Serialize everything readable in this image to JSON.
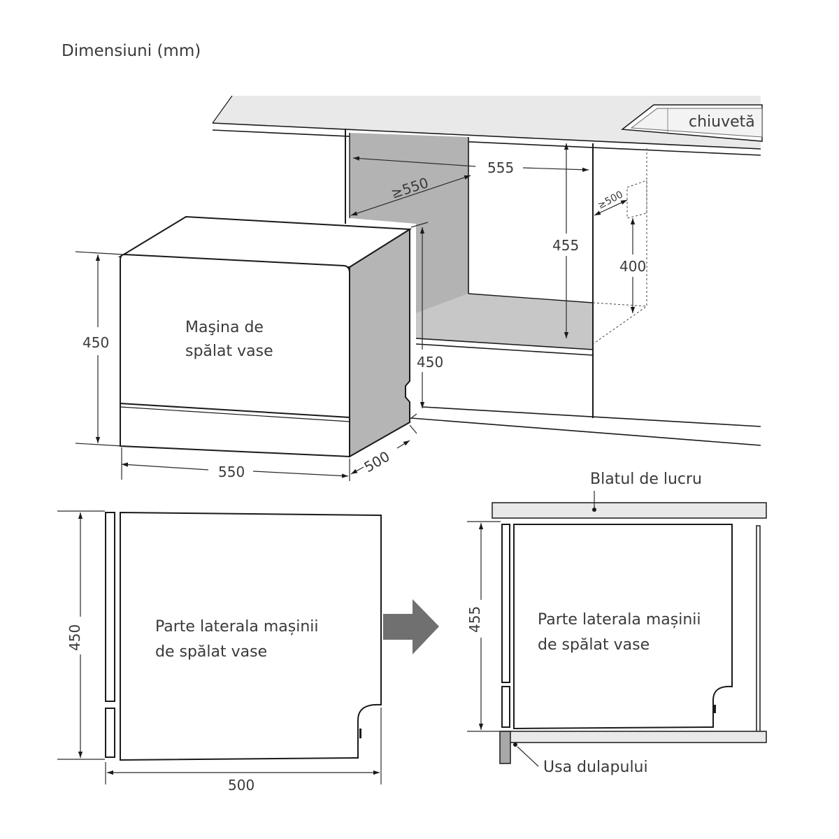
{
  "title": "Dimensiuni (mm)",
  "labels": {
    "sink": "chiuvetă",
    "dishwasher_line1": "Maşina de",
    "dishwasher_line2": "spălat vase",
    "side_line1": "Parte laterala mașinii",
    "side_line2": "de spălat vase",
    "worktop": "Blatul de lucru",
    "cabinet_door": "Usa dulapului"
  },
  "dimensions": {
    "niche_depth": "555",
    "niche_width": "≥550",
    "sink_clearance": "≥500",
    "niche_height": "455",
    "sink_height": "400",
    "unit_height": "450",
    "front_height": "450",
    "unit_width": "550",
    "unit_depth": "500",
    "side_height": "450",
    "side_depth": "500",
    "installed_height": "455"
  },
  "colors": {
    "line": "#1a1a1a",
    "text": "#3a3a3a",
    "niche_back": "#b3b3b3",
    "niche_floor": "#c7c7c7",
    "worktop": "#e9e9e9",
    "arrow": "#707070"
  }
}
